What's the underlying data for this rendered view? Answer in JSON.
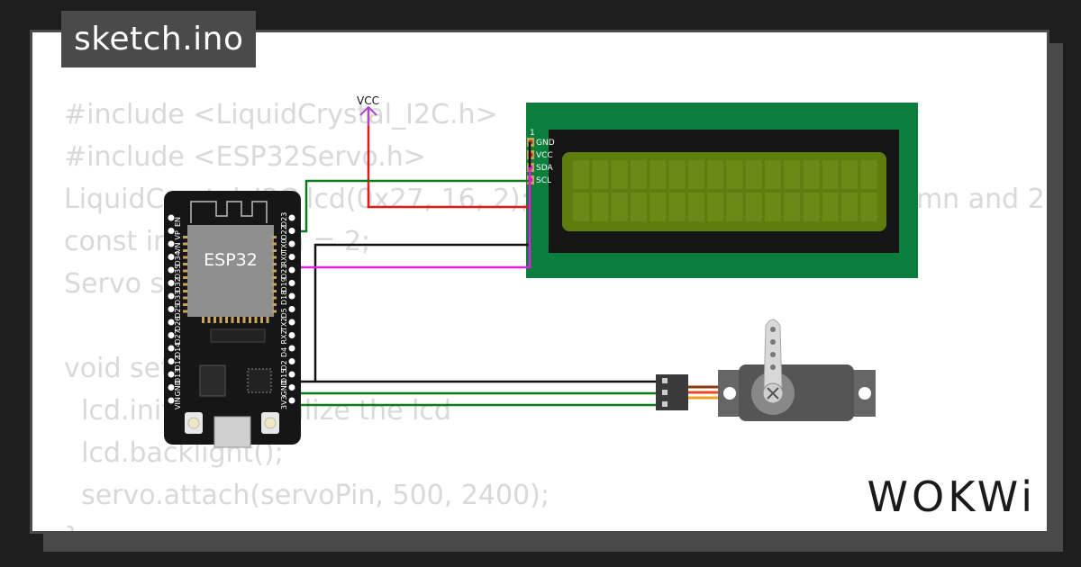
{
  "file_title": "sketch.ino",
  "code_lines": [
    "#include <LiquidCrystal_I2C.h>",
    "#include <ESP32Servo.h>",
    "LiquidCrystal_I2C lcd(0x27, 16, 2); // I2C address 0x27, 16 column and 2",
    "const int servoPin = 2;",
    "Servo servo;",
    "",
    "void setup() {",
    "  lcd.init(); // initialize the lcd",
    "  lcd.backlight();",
    "  servo.attach(servoPin, 500, 2400);",
    "}"
  ],
  "vcc_label": "VCC",
  "esp32": {
    "chip_label": "ESP32",
    "pins_right": [
      "D23",
      "D22",
      "TX0",
      "RX0",
      "D21",
      "D19",
      "D18",
      "D5",
      "TX2",
      "RX2",
      "D4",
      "D2",
      "D15",
      "GND",
      "3V3"
    ],
    "pins_left": [
      "EN",
      "VP",
      "VN",
      "D34",
      "D35",
      "D32",
      "D33",
      "D25",
      "D26",
      "D27",
      "D14",
      "D12",
      "D13",
      "GND",
      "VIN"
    ]
  },
  "lcd": {
    "pin1_label": "1",
    "pins": [
      "GND",
      "VCC",
      "SDA",
      "SCL"
    ],
    "rows": 2,
    "columns": 16
  },
  "brand": "WOKWi",
  "colors": {
    "wire_green": "#0d7a1e",
    "wire_red": "#e01818",
    "wire_black": "#111111",
    "wire_magenta": "#e020e0",
    "vcc_purple": "#b040d0",
    "pcb_green": "#0b7d3c",
    "lcd_screen": "#5e7d0f",
    "esp_board": "#161616",
    "servo_body": "#555555"
  }
}
